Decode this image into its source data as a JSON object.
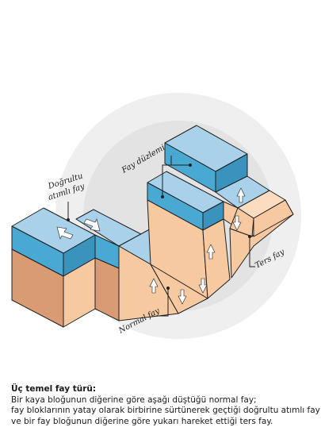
{
  "labels": {
    "strike_slip": [
      "Doğrultu",
      "atımlı fay"
    ],
    "fault_plane": "Fay düzlemi",
    "reverse": "Ters fay",
    "normal": "Normal fay"
  },
  "caption": {
    "title": "Üç temel fay türü:",
    "lines": [
      "Bir kaya bloğunun diğerine göre aşağı düştüğü normal fay;",
      "fay bloklarının yatay olarak birbirine sürtünerek geçtiği doğrultu atımlı fay",
      "ve bir fay bloğunun diğerine göre yukarı hareket ettiği ters fay."
    ]
  },
  "colors": {
    "halo_outer": "#efefef",
    "halo_inner": "#e3e3e3",
    "top_light_blue": "#a9d1ea",
    "side_blue": "#4aa9d3",
    "dark_blue": "#3a93bd",
    "peach": "#f7c9a1",
    "peach_light": "#fbdcc0",
    "tan": "#d99b74",
    "outline": "#1f1f1f"
  }
}
